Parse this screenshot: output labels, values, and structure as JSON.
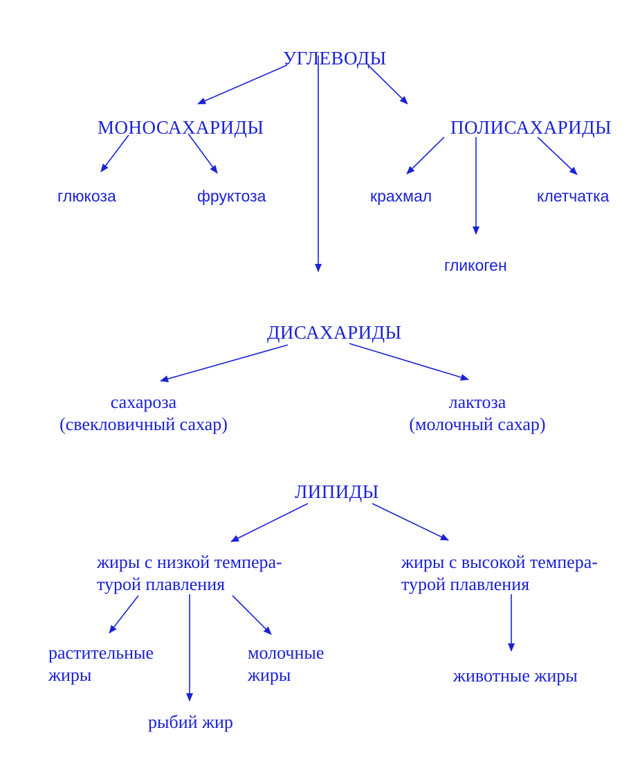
{
  "carbs": {
    "root": "УГЛЕВОДЫ",
    "mono": {
      "title": "МОНОСАХАРИДЫ",
      "items": [
        "глюкоза",
        "фруктоза"
      ]
    },
    "poly": {
      "title": "ПОЛИСАХАРИДЫ",
      "items": [
        "крахмал",
        "гликоген",
        "клетчатка"
      ]
    },
    "di": {
      "title": "ДИСАХАРИДЫ",
      "sucrose": [
        "сахароза",
        "(свекловичный сахар)"
      ],
      "lactose": [
        "лактоза",
        "(молочный сахар)"
      ]
    }
  },
  "lipids": {
    "root": "ЛИПИДЫ",
    "low_melting": {
      "title": [
        "жиры с низкой темпера-",
        "турой плавления"
      ],
      "plant": [
        "растительные",
        "жиры"
      ],
      "fish": "рыбий жир",
      "milk": [
        "молочные",
        "жиры"
      ]
    },
    "high_melting": {
      "title": [
        "жиры с высокой темпера-",
        "турой плавления"
      ],
      "animal": "животные жиры"
    }
  },
  "colors": {
    "ink": "#1a22d6",
    "background": "#ffffff"
  }
}
